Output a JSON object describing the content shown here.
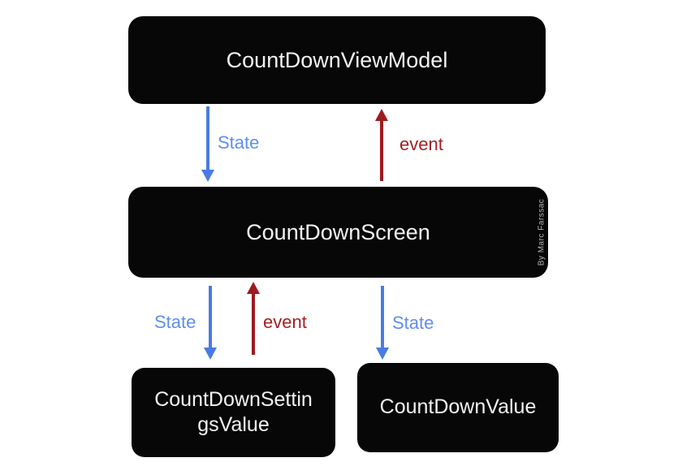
{
  "diagram": {
    "nodes": {
      "viewmodel": {
        "label": "CountDownViewModel"
      },
      "screen": {
        "label": "CountDownScreen"
      },
      "settings_value": {
        "label": "CountDownSettingsValue"
      },
      "value": {
        "label": "CountDownValue"
      }
    },
    "edges": {
      "viewmodel_to_screen": {
        "label": "State",
        "direction": "down",
        "type": "state"
      },
      "screen_to_viewmodel": {
        "label": "event",
        "direction": "up",
        "type": "event"
      },
      "screen_to_settings": {
        "label": "State",
        "direction": "down",
        "type": "state"
      },
      "settings_to_screen": {
        "label": "event",
        "direction": "up",
        "type": "event"
      },
      "screen_to_value": {
        "label": "State",
        "direction": "down",
        "type": "state"
      }
    },
    "credit": "By Marc Farssac",
    "colors": {
      "state_arrow": "#4a7be4",
      "state_label": "#5f8df2",
      "event_arrow": "#9e1b1f",
      "event_label": "#a32125",
      "node_background": "#070707",
      "node_text": "#f2f2f2",
      "credit_text": "#b5b5b5",
      "page_background": "#ffffff"
    }
  }
}
